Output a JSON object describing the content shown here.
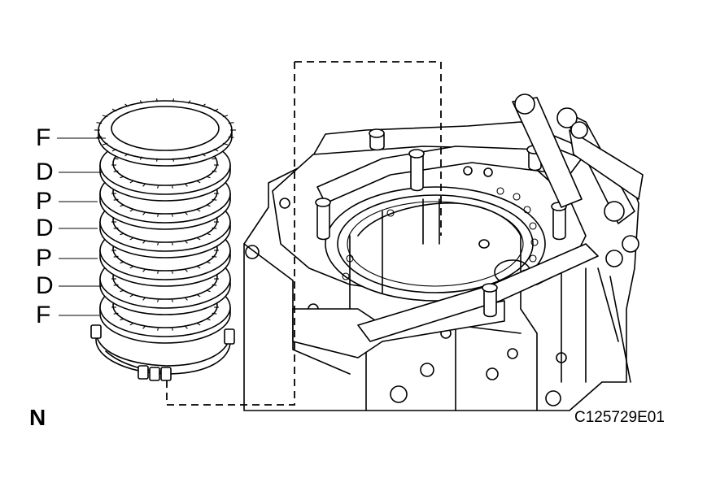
{
  "diagram": {
    "labels": [
      "F",
      "D",
      "P",
      "D",
      "P",
      "D",
      "F"
    ],
    "view_label": "N",
    "figure_code": "C125729E01"
  }
}
